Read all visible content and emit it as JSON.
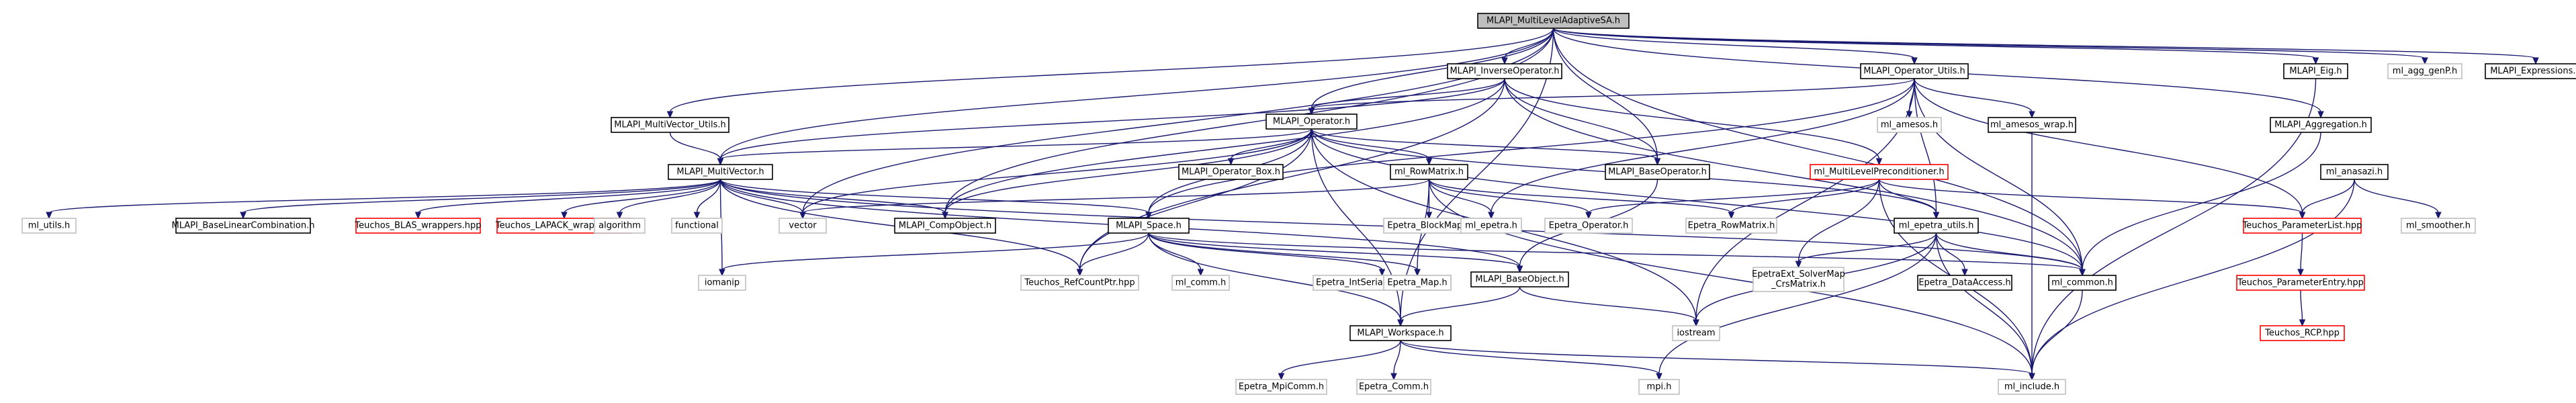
{
  "colors": {
    "edge": "#191970",
    "root_fill": "#bfbfbf",
    "node_border_black": "#000000",
    "node_border_gray": "#bfbfbf",
    "node_border_red": "#ff0000",
    "text": "#000000"
  },
  "nodes": [
    {
      "id": "MLAPI_MultiLevelAdaptiveSA.h",
      "label": "MLAPI_MultiLevelAdaptiveSA.h",
      "style": "root"
    },
    {
      "id": "MLAPI_InverseOperator.h",
      "label": "MLAPI_InverseOperator.h",
      "style": "black"
    },
    {
      "id": "MLAPI_Operator_Utils.h",
      "label": "MLAPI_Operator_Utils.h",
      "style": "black"
    },
    {
      "id": "MLAPI_Eig.h",
      "label": "MLAPI_Eig.h",
      "style": "black"
    },
    {
      "id": "ml_agg_genP.h",
      "label": "ml_agg_genP.h",
      "style": "gray"
    },
    {
      "id": "MLAPI_Expressions.h",
      "label": "MLAPI_Expressions.h",
      "style": "black"
    },
    {
      "id": "MLAPI_MultiVector_Utils.h",
      "label": "MLAPI_MultiVector_Utils.h",
      "style": "black"
    },
    {
      "id": "MLAPI_Operator.h",
      "label": "MLAPI_Operator.h",
      "style": "black"
    },
    {
      "id": "ml_amesos.h",
      "label": "ml_amesos.h",
      "style": "gray"
    },
    {
      "id": "ml_amesos_wrap.h",
      "label": "ml_amesos_wrap.h",
      "style": "black"
    },
    {
      "id": "MLAPI_Aggregation.h",
      "label": "MLAPI_Aggregation.h",
      "style": "black"
    },
    {
      "id": "MLAPI_MultiVector.h",
      "label": "MLAPI_MultiVector.h",
      "style": "black"
    },
    {
      "id": "MLAPI_Operator_Box.h",
      "label": "MLAPI_Operator_Box.h",
      "style": "black"
    },
    {
      "id": "ml_RowMatrix.h",
      "label": "ml_RowMatrix.h",
      "style": "black"
    },
    {
      "id": "MLAPI_BaseOperator.h",
      "label": "MLAPI_BaseOperator.h",
      "style": "black"
    },
    {
      "id": "ml_MultiLevelPreconditioner.h",
      "label": "ml_MultiLevelPreconditioner.h",
      "style": "red"
    },
    {
      "id": "ml_anasazi.h",
      "label": "ml_anasazi.h",
      "style": "black"
    },
    {
      "id": "ml_utils.h",
      "label": "ml_utils.h",
      "style": "gray"
    },
    {
      "id": "MLAPI_BaseLinearCombination.h",
      "label": "MLAPI_BaseLinearCombination.h",
      "style": "black"
    },
    {
      "id": "Teuchos_BLAS_wrappers.hpp",
      "label": "Teuchos_BLAS_wrappers.hpp",
      "style": "red"
    },
    {
      "id": "Teuchos_LAPACK_wrappers.hpp",
      "label": "Teuchos_LAPACK_wrappers.hpp",
      "style": "red"
    },
    {
      "id": "algorithm",
      "label": "algorithm",
      "style": "gray"
    },
    {
      "id": "functional",
      "label": "functional",
      "style": "gray"
    },
    {
      "id": "vector",
      "label": "vector",
      "style": "gray"
    },
    {
      "id": "MLAPI_CompObject.h",
      "label": "MLAPI_CompObject.h",
      "style": "black"
    },
    {
      "id": "MLAPI_Space.h",
      "label": "MLAPI_Space.h",
      "style": "black"
    },
    {
      "id": "Epetra_BlockMap.h",
      "label": "Epetra_BlockMap.h",
      "style": "gray"
    },
    {
      "id": "ml_epetra.h",
      "label": "ml_epetra.h",
      "style": "gray"
    },
    {
      "id": "Epetra_Operator.h",
      "label": "Epetra_Operator.h",
      "style": "gray"
    },
    {
      "id": "Epetra_RowMatrix.h",
      "label": "Epetra_RowMatrix.h",
      "style": "gray"
    },
    {
      "id": "ml_epetra_utils.h",
      "label": "ml_epetra_utils.h",
      "style": "black"
    },
    {
      "id": "Teuchos_ParameterList.hpp",
      "label": "Teuchos_ParameterList.hpp",
      "style": "red"
    },
    {
      "id": "ml_smoother.h",
      "label": "ml_smoother.h",
      "style": "gray"
    },
    {
      "id": "iomanip",
      "label": "iomanip",
      "style": "gray"
    },
    {
      "id": "Teuchos_RefCountPtr.hpp",
      "label": "Teuchos_RefCountPtr.hpp",
      "style": "gray"
    },
    {
      "id": "ml_comm.h",
      "label": "ml_comm.h",
      "style": "gray"
    },
    {
      "id": "Epetra_IntSerialDenseVector.h",
      "label": "Epetra_IntSerialDenseVector.h",
      "style": "gray"
    },
    {
      "id": "Epetra_Map.h",
      "label": "Epetra_Map.h",
      "style": "gray"
    },
    {
      "id": "MLAPI_BaseObject.h",
      "label": "MLAPI_BaseObject.h",
      "style": "black"
    },
    {
      "id": "EpetraExt_SolverMap_CrsMatrix.h",
      "label": "EpetraExt_SolverMap\n_CrsMatrix.h",
      "style": "gray"
    },
    {
      "id": "Epetra_DataAccess.h",
      "label": "Epetra_DataAccess.h",
      "style": "black"
    },
    {
      "id": "ml_common.h",
      "label": "ml_common.h",
      "style": "black"
    },
    {
      "id": "Teuchos_ParameterEntry.hpp",
      "label": "Teuchos_ParameterEntry.hpp",
      "style": "red"
    },
    {
      "id": "MLAPI_Workspace.h",
      "label": "MLAPI_Workspace.h",
      "style": "black"
    },
    {
      "id": "iostream",
      "label": "iostream",
      "style": "gray"
    },
    {
      "id": "Teuchos_RCP.hpp",
      "label": "Teuchos_RCP.hpp",
      "style": "red"
    },
    {
      "id": "Epetra_MpiComm.h",
      "label": "Epetra_MpiComm.h",
      "style": "gray"
    },
    {
      "id": "Epetra_Comm.h",
      "label": "Epetra_Comm.h",
      "style": "gray"
    },
    {
      "id": "mpi.h",
      "label": "mpi.h",
      "style": "gray"
    },
    {
      "id": "ml_include.h",
      "label": "ml_include.h",
      "style": "gray"
    }
  ]
}
